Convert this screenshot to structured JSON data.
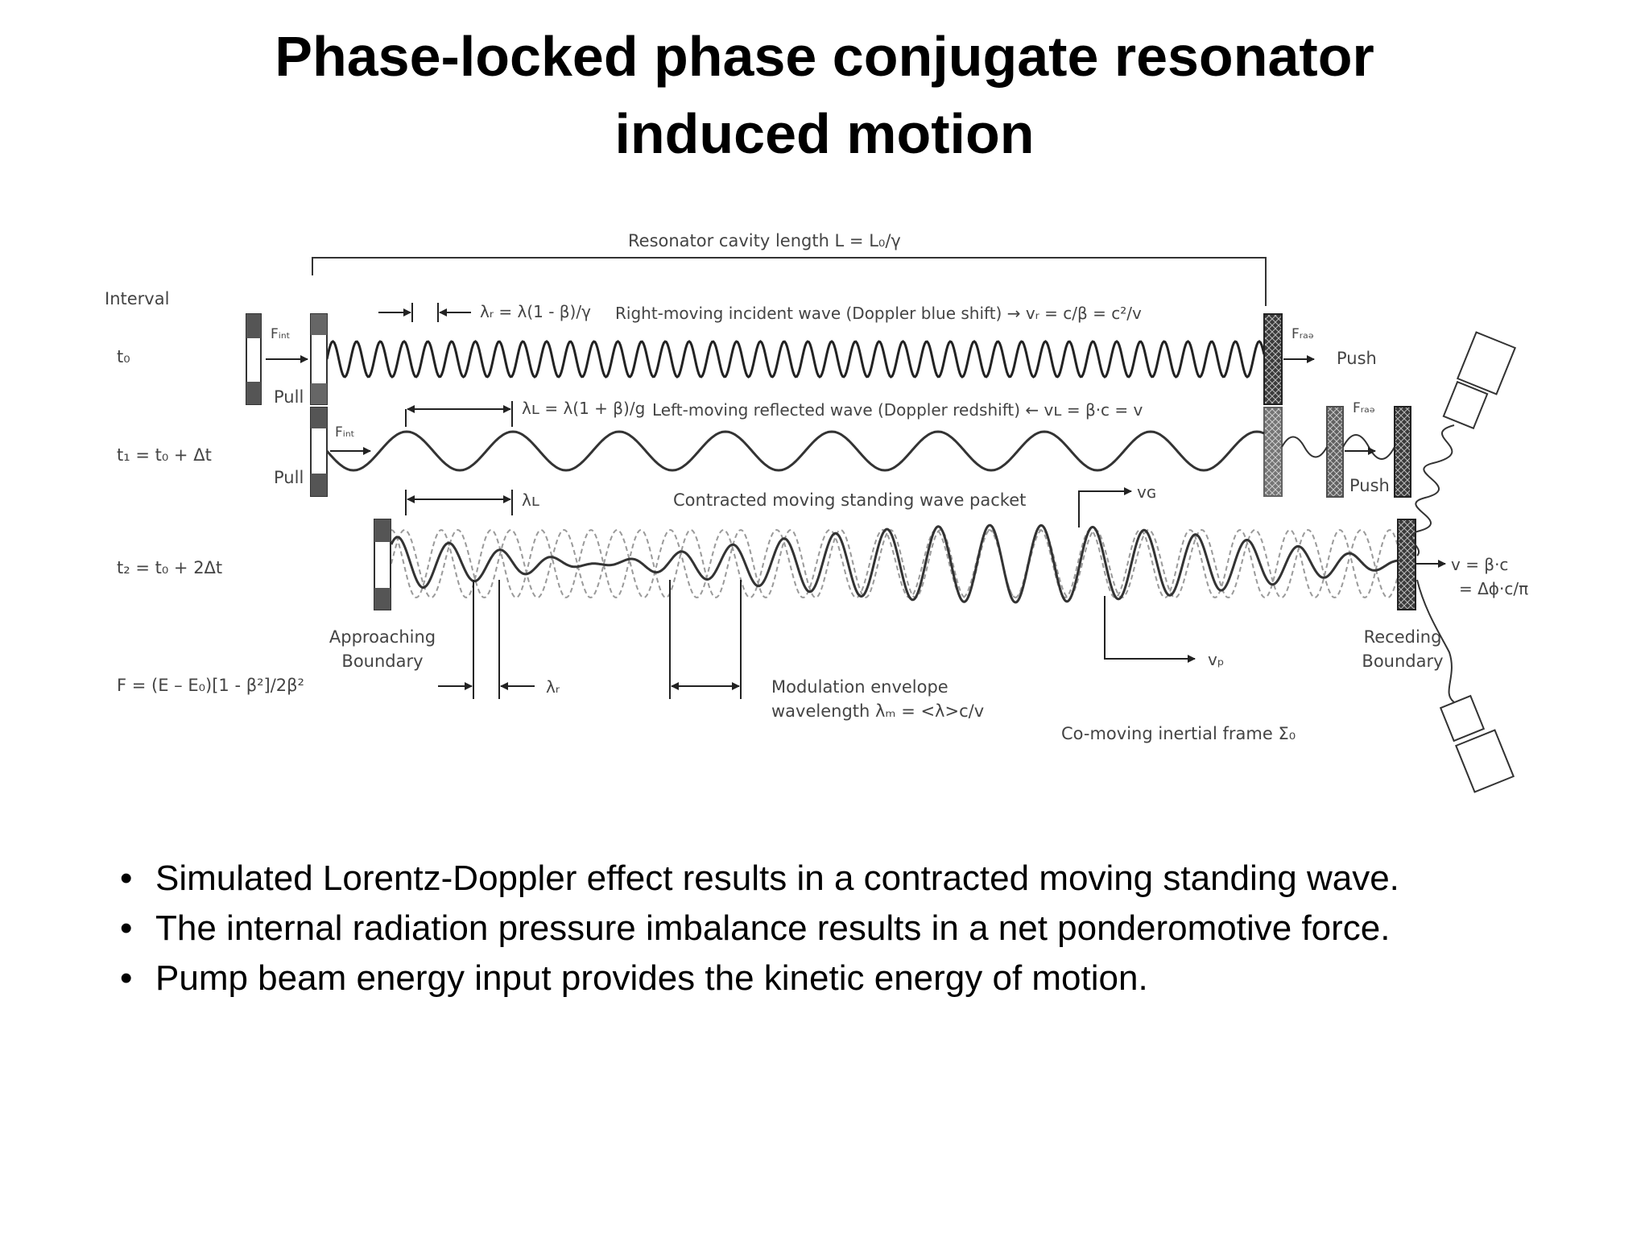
{
  "title": {
    "line1": "Phase-locked phase conjugate resonator",
    "line2": "induced motion"
  },
  "diagram": {
    "cavity_label": "Resonator cavity length  L = L₀/γ",
    "interval_label": "Interval",
    "t0": "t₀",
    "t1": "t₁ = t₀ + Δt",
    "t2": "t₂ = t₀ + 2Δt",
    "force_formula": "F =  (E – E₀)[1 - β²]/2β²",
    "lambda_r_def": "λᵣ = λ(1 - β)/γ",
    "right_wave": "Right-moving incident wave (Doppler blue shift)  →   vᵣ = c/β = c²/v",
    "lambda_l_def": "λʟ = λ(1 + β)/g",
    "left_wave": "Left-moving reflected wave (Doppler redshift)  ←   vʟ = β·c = v",
    "lambda_l": "λʟ",
    "lambda_r": "λᵣ",
    "standing_wave": "Contracted moving standing wave packet",
    "vg": "vɢ",
    "vp": "vₚ",
    "f_int": "Fᵢₙₜ",
    "f_rad": "Fᵣₐₔ",
    "pull": "Pull",
    "push": "Push",
    "approaching_line1": "Approaching",
    "approaching_line2": "Boundary",
    "receding_line1": "Receding",
    "receding_line2": "Boundary",
    "velocity_line1": "v = β·c",
    "velocity_line2": "= Δϕ·c/π",
    "modulation_line1": "Modulation envelope",
    "modulation_line2": "wavelength λₘ = <λ>c/v",
    "comoving": "Co-moving inertial frame Σ₀"
  },
  "bullets": [
    "Simulated Lorentz-Doppler effect results in a contracted moving standing wave.",
    "The internal radiation pressure imbalance results in a net ponderomotive force.",
    "Pump beam energy input provides the kinetic energy of motion."
  ]
}
